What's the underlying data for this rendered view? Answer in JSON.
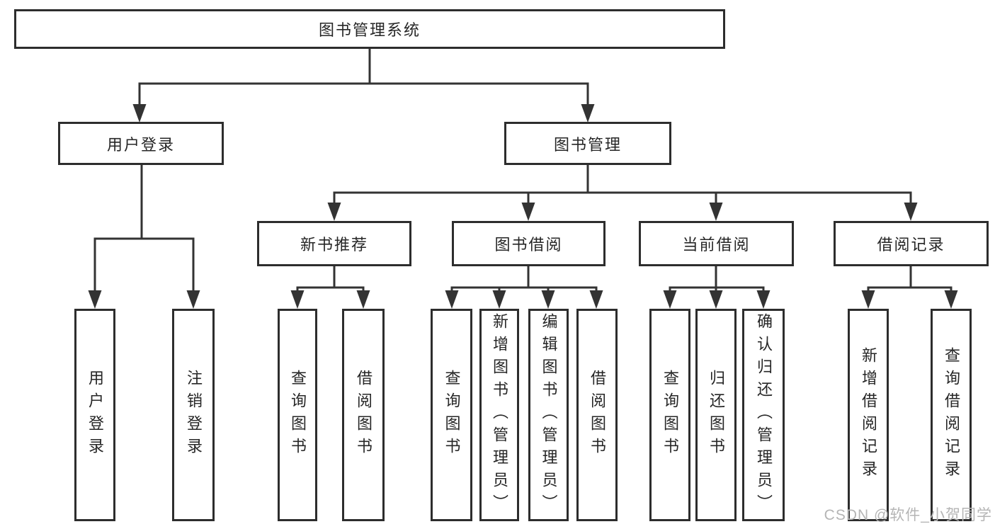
{
  "diagram": {
    "root": "图书管理系统",
    "level1": {
      "userLogin": "用户登录",
      "bookManagement": "图书管理"
    },
    "level2": {
      "newBookRecommend": "新书推荐",
      "bookBorrowing": "图书借阅",
      "currentBorrowing": "当前借阅",
      "borrowingRecords": "借阅记录"
    },
    "leaves": {
      "userLogin": [
        "用户登录",
        "注销登录"
      ],
      "newBookRecommend": [
        "查询图书",
        "借阅图书"
      ],
      "bookBorrowing": [
        "查询图书",
        "新增图书（管理员）",
        "编辑图书（管理员）",
        "借阅图书"
      ],
      "currentBorrowing": [
        "查询图书",
        "归还图书",
        "确认归还（管理员）"
      ],
      "borrowingRecords": [
        "新增借阅记录",
        "查询借阅记录"
      ]
    }
  },
  "watermark": "CSDN @软件_小贺同学",
  "colors": {
    "line": "#333333",
    "box_border": "#2d2d2d",
    "text": "#262626",
    "watermark": "#b5b5b5",
    "background": "#ffffff"
  }
}
